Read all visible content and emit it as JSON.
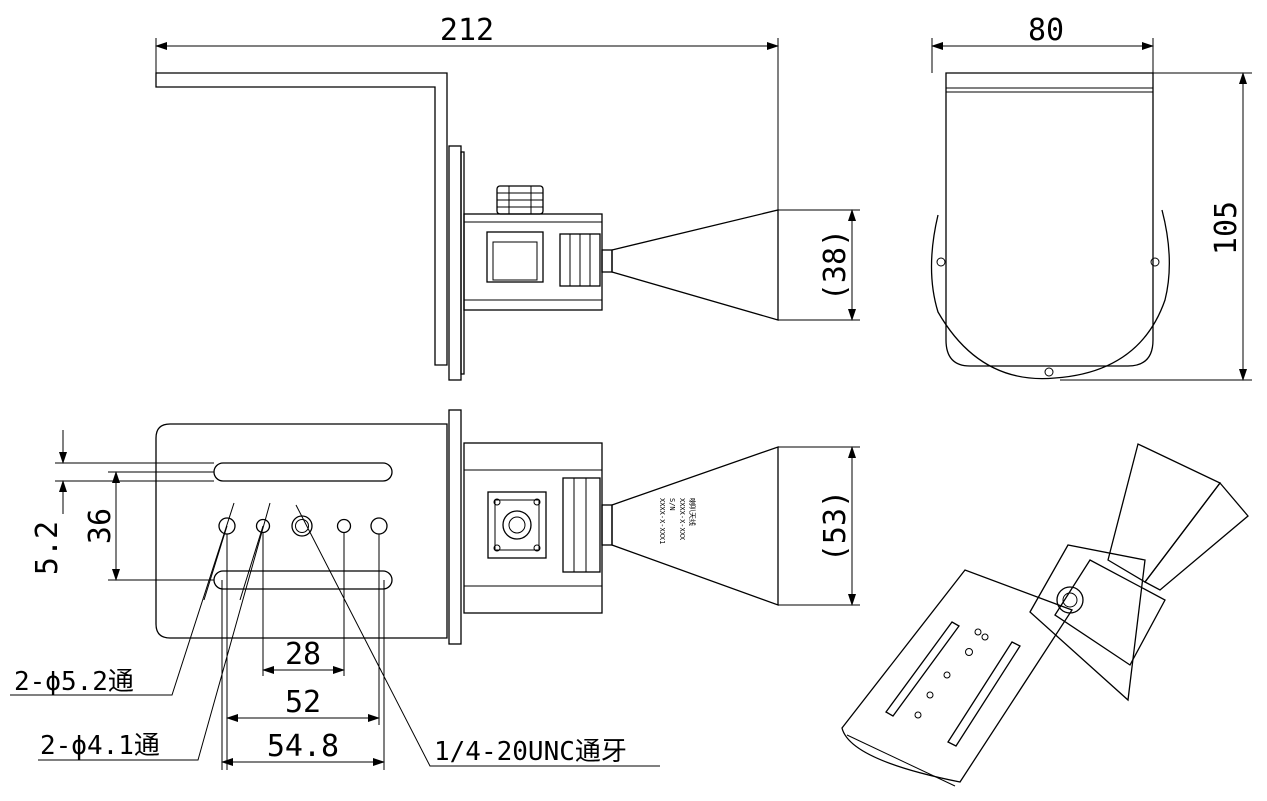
{
  "dimensions": {
    "overall_length": "212",
    "width": "80",
    "height": "105",
    "aperture_small": "(38)",
    "aperture_large": "(53)",
    "slot_width": "5.2",
    "slot_spacing": "36",
    "hole_spacing_a": "28",
    "hole_spacing_b": "52",
    "hole_spacing_c": "54.8"
  },
  "callouts": {
    "hole_large": "2-ϕ5.2通",
    "hole_small": "2-ϕ4.1通",
    "thread": "1/4-20UNC通牙"
  },
  "horn_label": {
    "line1": "喇叭天线",
    "line2": "XXXX-X-XXX",
    "line3": "S/N",
    "line4": "XXXX-X-XXX1"
  },
  "colors": {
    "line": "#000000",
    "background": "#ffffff"
  }
}
